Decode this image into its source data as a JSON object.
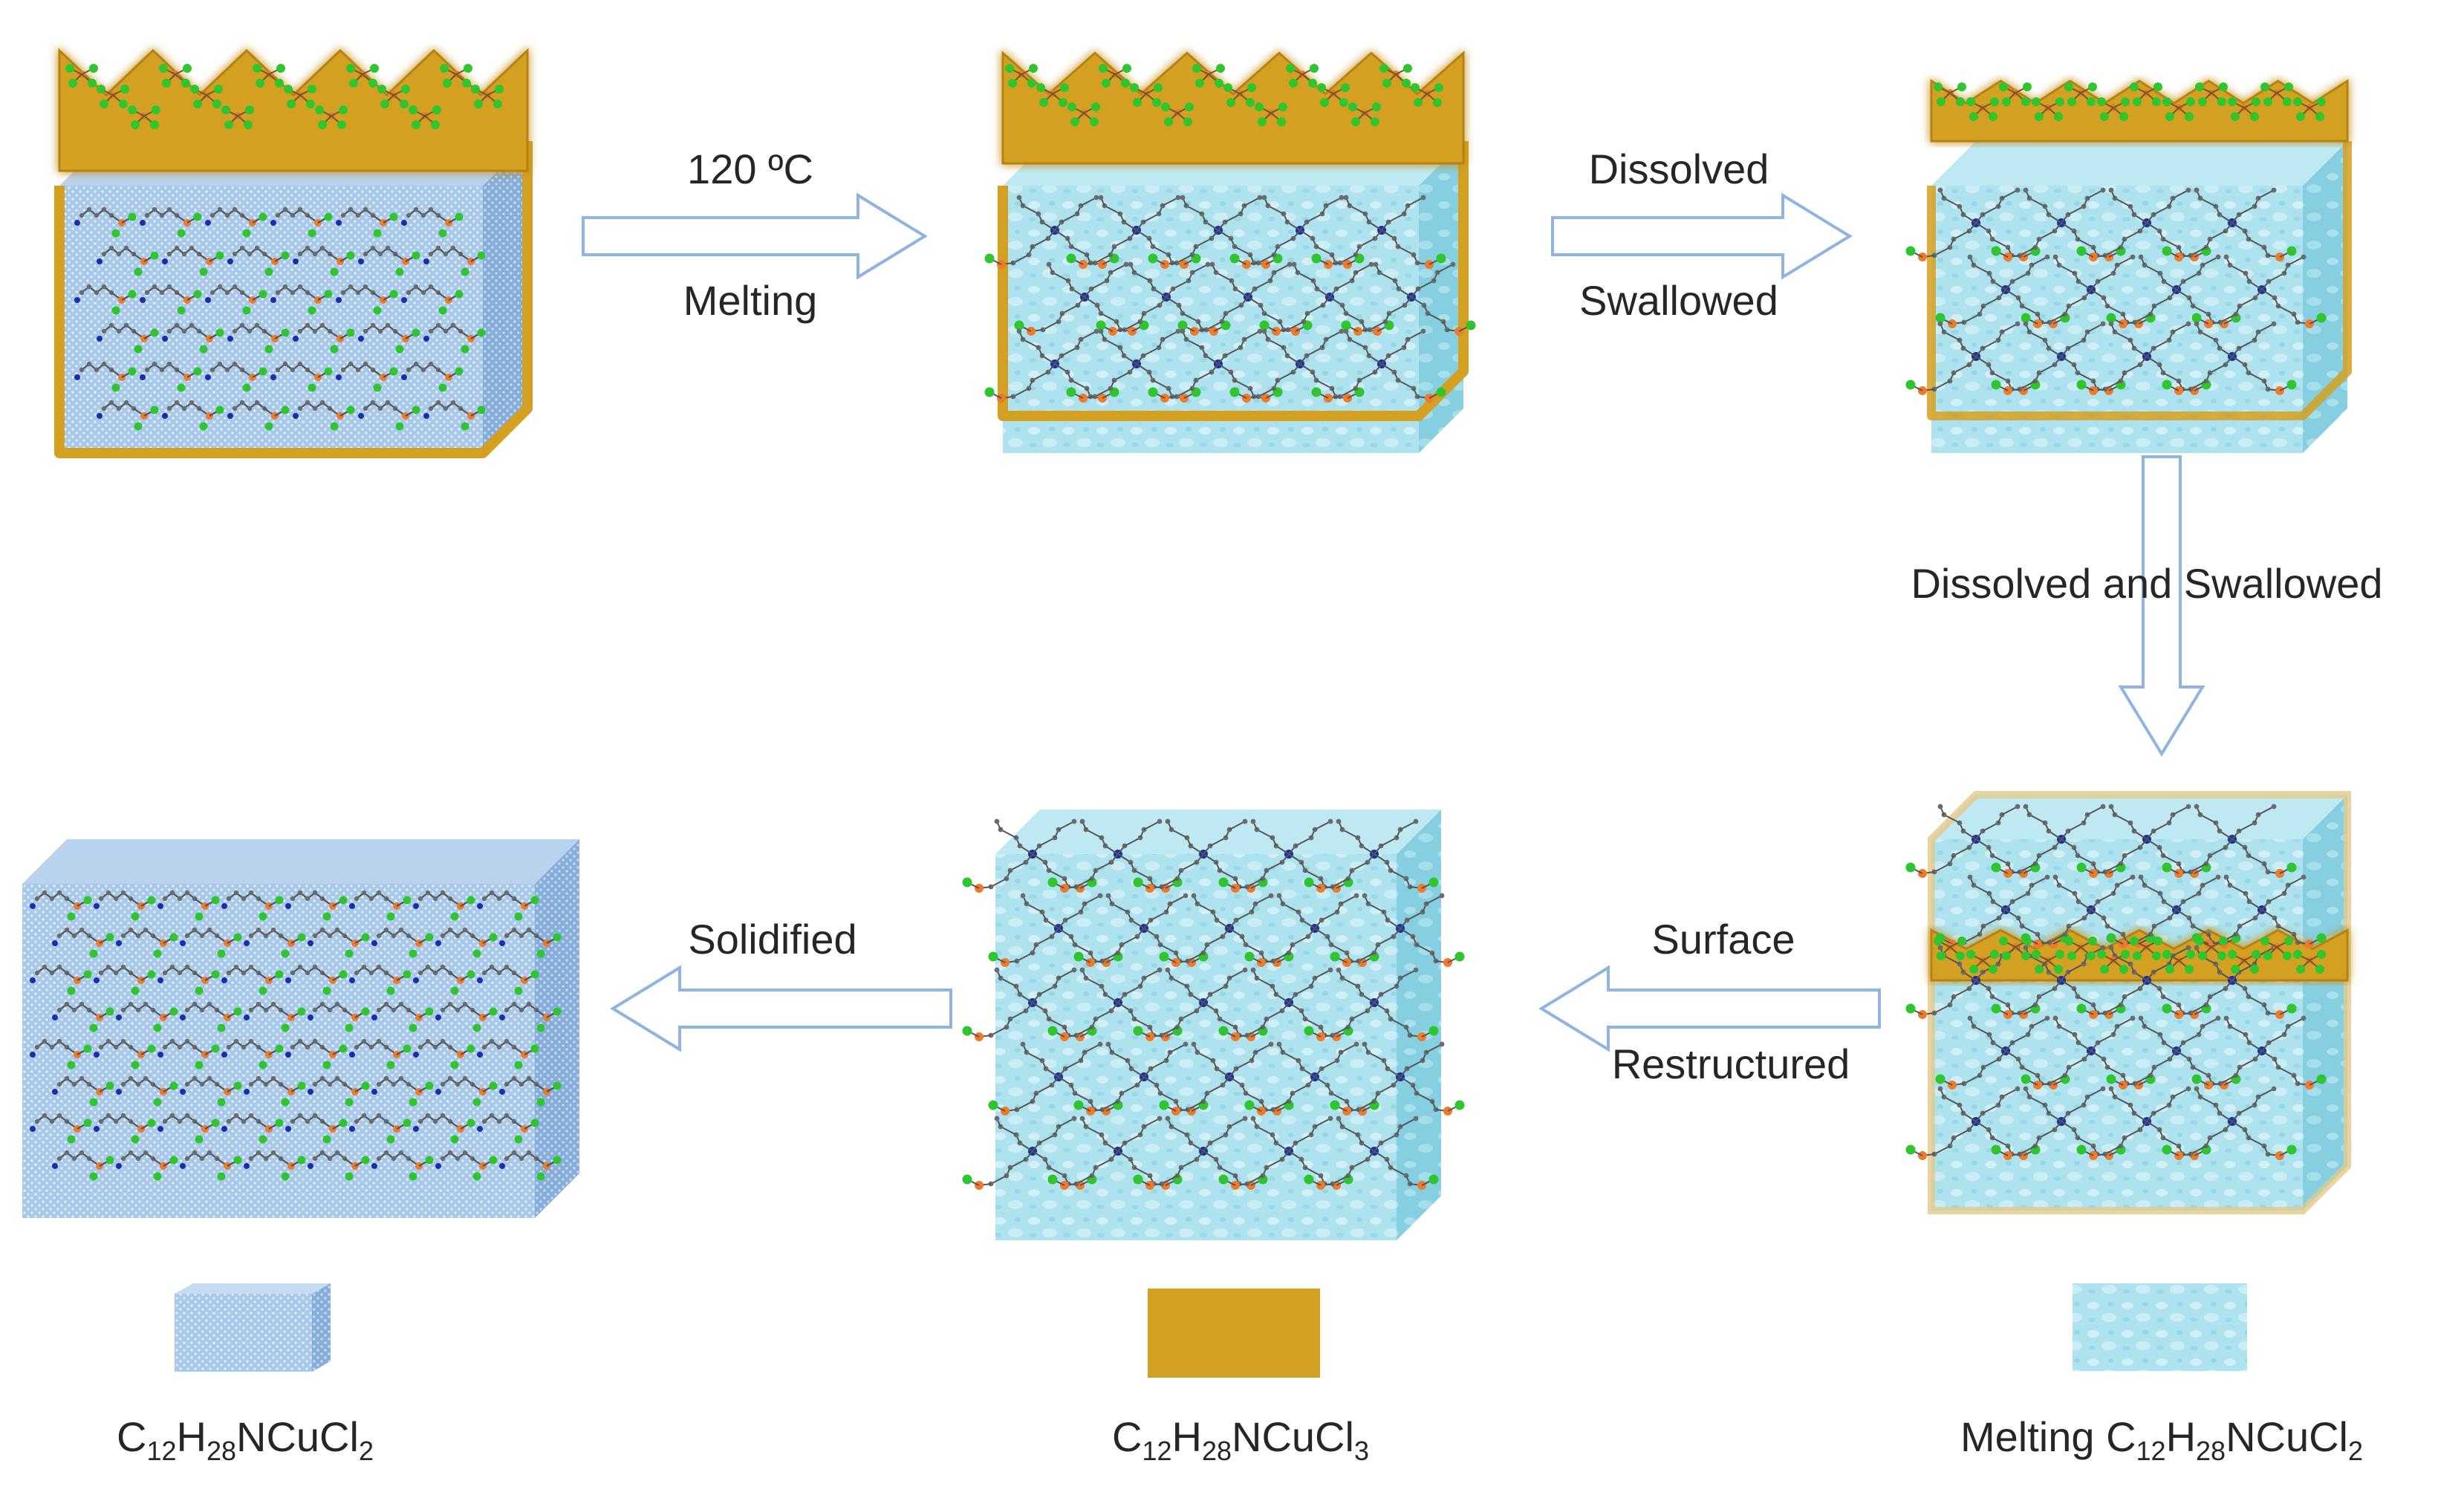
{
  "steps": {
    "step1_top": "120 ºC",
    "step1_bottom": "Melting",
    "step2_top": "Dissolved",
    "step2_bottom": "Swallowed",
    "step3": "Dissolved and Swallowed",
    "step4_top": "Surface",
    "step4_bottom": "Restructured",
    "step5": "Solidified"
  },
  "legend": {
    "solid": {
      "prefix": "C",
      "s1": "12",
      "m1": "H",
      "s2": "28",
      "m2": "NCuCl",
      "s3": "2"
    },
    "shell": {
      "prefix": "C",
      "s1": "12",
      "m1": "H",
      "s2": "28",
      "m2": "NCuCl",
      "s3": "3"
    },
    "melt": {
      "lead": "Melting ",
      "prefix": "C",
      "s1": "12",
      "m1": "H",
      "s2": "28",
      "m2": "NCuCl",
      "s3": "2"
    }
  },
  "colors": {
    "solid_fill": "#9fc3e6",
    "solid_fill_dark": "#7fa9d6",
    "shell": "#d4a021",
    "shell_edge": "#b88210",
    "melt_fill": "#a8e0ec",
    "melt_fill_dark": "#7ccbdc",
    "arrow_stroke": "#8fb3e3",
    "atom_cl": "#2fc52f",
    "atom_cu": "#ee7a2a",
    "atom_n": "#1a2ea8",
    "atom_c": "#6b6b6b",
    "bond": "#555555"
  }
}
